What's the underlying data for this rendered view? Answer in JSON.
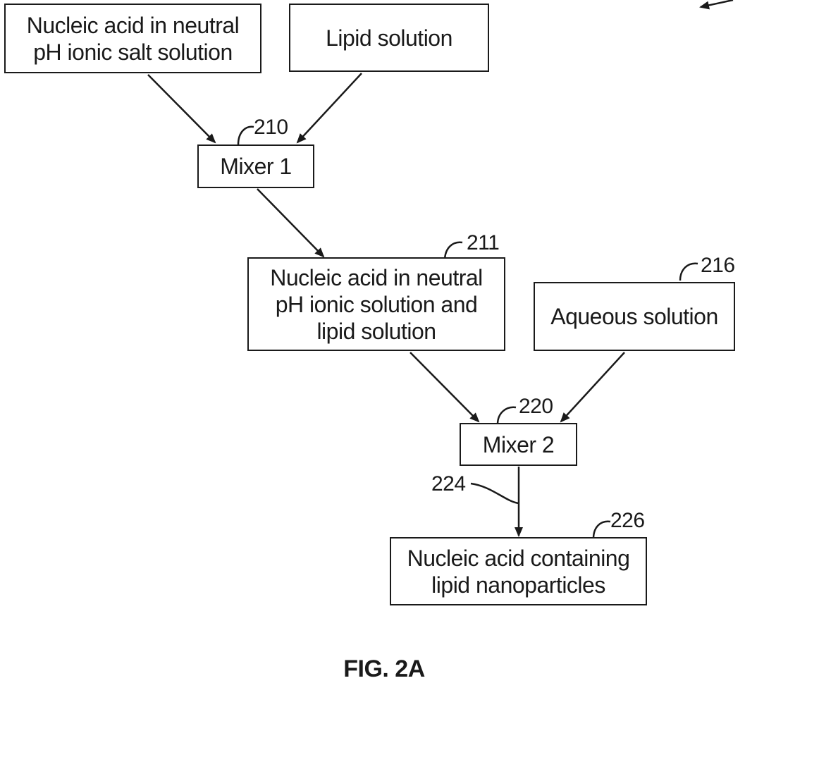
{
  "nodes": {
    "input_nucleic": {
      "lines": [
        "Nucleic acid in neutral",
        "pH ionic salt solution"
      ]
    },
    "input_lipid": {
      "lines": [
        "Lipid solution"
      ]
    },
    "mixer1": {
      "lines": [
        "Mixer 1"
      ],
      "ref": "210"
    },
    "intermediate": {
      "lines": [
        "Nucleic acid in neutral",
        "pH ionic solution and",
        "lipid solution"
      ],
      "ref": "211"
    },
    "aqueous": {
      "lines": [
        "Aqueous solution"
      ],
      "ref": "216"
    },
    "mixer2": {
      "lines": [
        "Mixer 2"
      ],
      "ref": "220"
    },
    "output": {
      "lines": [
        "Nucleic acid containing",
        "lipid nanoparticles"
      ],
      "ref": "226"
    }
  },
  "edge_refs": {
    "mixer2_to_output": "224"
  },
  "figure_caption": "FIG. 2A",
  "colors": {
    "ink": "#1a1a1a",
    "background": "#ffffff"
  }
}
